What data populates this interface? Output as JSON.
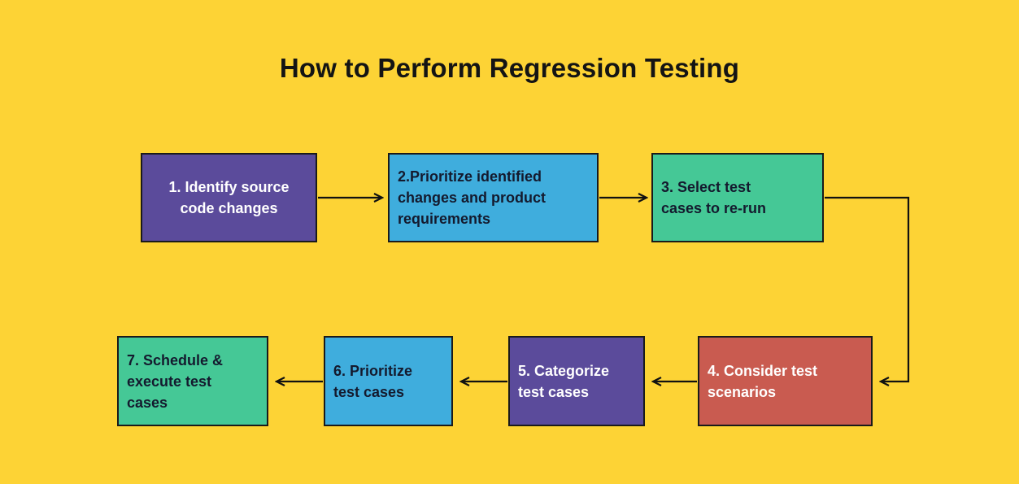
{
  "page": {
    "background_color": "#FDD335",
    "title": "How to Perform Regression Testing"
  },
  "diagram": {
    "type": "flowchart",
    "orientation": "serpentine-left-to-right-then-right-to-left",
    "nodes": [
      {
        "id": "node-1",
        "step": "1",
        "label": "1. Identify source\ncode changes",
        "text": "1. Identify source code changes",
        "fill_color": "#5B4B9B",
        "text_color": "#FFFFFF",
        "row": "top"
      },
      {
        "id": "node-2",
        "step": "2",
        "label": "2.Prioritize identified\nchanges and product\nrequirements",
        "text": "2.Prioritize identified changes and product requirements",
        "fill_color": "#3FADDD",
        "text_color": "#141A2E",
        "row": "top"
      },
      {
        "id": "node-3",
        "step": "3",
        "label": "3. Select test\n    cases to re-run",
        "text": "3. Select test cases to re-run",
        "fill_color": "#45C896",
        "text_color": "#141A2E",
        "row": "top"
      },
      {
        "id": "node-4",
        "step": "4",
        "label": "4. Consider test\n    scenarios",
        "text": "4. Consider test scenarios",
        "fill_color": "#C95B50",
        "text_color": "#FFFFFF",
        "row": "bottom"
      },
      {
        "id": "node-5",
        "step": "5",
        "label": "5. Categorize\n   test cases",
        "text": "5. Categorize test cases",
        "fill_color": "#5B4B9B",
        "text_color": "#FFFFFF",
        "row": "bottom"
      },
      {
        "id": "node-6",
        "step": "6",
        "label": "6. Prioritize\n  test cases",
        "text": "6. Prioritize test cases",
        "fill_color": "#3FADDD",
        "text_color": "#141A2E",
        "row": "bottom"
      },
      {
        "id": "node-7",
        "step": "7",
        "label": "7. Schedule &\n   execute test\n   cases",
        "text": "7. Schedule & execute test cases",
        "fill_color": "#45C896",
        "text_color": "#141A2E",
        "row": "bottom"
      }
    ],
    "connectors": [
      {
        "id": "arrow-1-2",
        "from": "node-1",
        "to": "node-2",
        "direction": "right"
      },
      {
        "id": "arrow-2-3",
        "from": "node-2",
        "to": "node-3",
        "direction": "right"
      },
      {
        "id": "arrow-3-4",
        "from": "node-3",
        "to": "node-4",
        "direction": "elbow-down-left"
      },
      {
        "id": "arrow-4-5",
        "from": "node-4",
        "to": "node-5",
        "direction": "left"
      },
      {
        "id": "arrow-5-6",
        "from": "node-5",
        "to": "node-6",
        "direction": "left"
      },
      {
        "id": "arrow-6-7",
        "from": "node-6",
        "to": "node-7",
        "direction": "left"
      }
    ],
    "connector_color": "#111111"
  }
}
